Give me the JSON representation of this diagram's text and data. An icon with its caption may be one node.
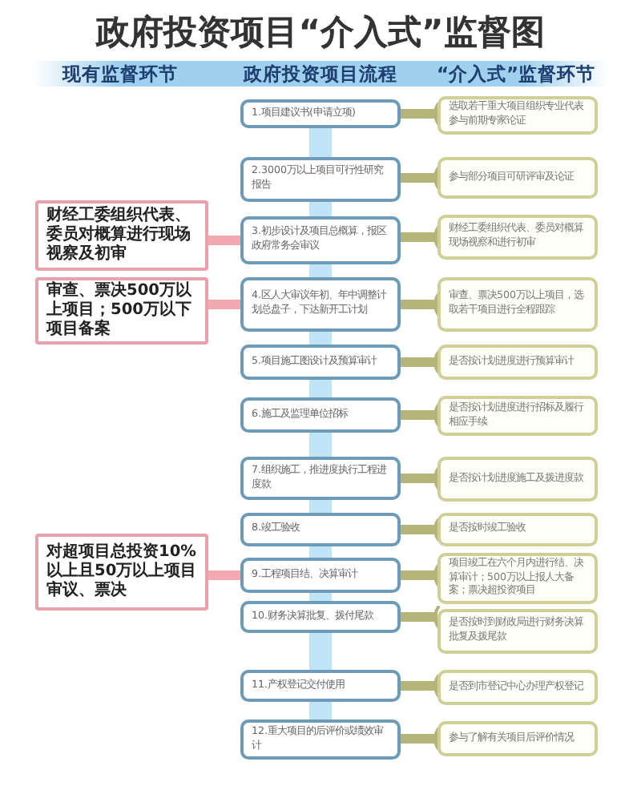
{
  "diagram": {
    "title": "政府投资项目“介入式”监督图",
    "labels": [
      "现有监督环节",
      "政府投资项目流程",
      "“介入式”监督环节"
    ],
    "nodes": [
      {
        "text": [
          "1.项目建议书(申请立项)"
        ]
      },
      {
        "text": [
          "2.3000万以上项目可行性研究报告"
        ]
      },
      {
        "text": [
          "3.初步设计及项目总概算，报区政府常务会审议"
        ]
      },
      {
        "text": [
          "4.区人大审议年初、年中调整计划总盘子，下达新开工计划"
        ]
      },
      {
        "text": [
          "5.项目施工图设计及预算审计"
        ]
      },
      {
        "text": [
          "6.施工及监理单位招标"
        ]
      },
      {
        "text": [
          "7.组织施工，推进度执行工程进度款"
        ]
      },
      {
        "text": [
          "8.竣工验收"
        ]
      },
      {
        "text": [
          "9.工程项目结、决算审计"
        ]
      },
      {
        "text": [
          "10.财务决算批复、拨付尾款"
        ]
      },
      {
        "text": [
          "11.产权登记交付使用"
        ]
      },
      {
        "text": [
          "12.重大项目的后评价或绩效审计"
        ]
      },
      {
        "text": [
          "选取若干重大项目组织专业代表参与前期专家论证"
        ]
      },
      {
        "text": [
          "参与部分项目可研评审及论证"
        ]
      },
      {
        "text": [
          "财经工委组织代表、委员对概算现场视察和进行初审"
        ]
      },
      {
        "text": [
          "审查、票决500万以上项目，选取若干项目进行全程跟踪"
        ]
      },
      {
        "text": [
          "是否按计划进度进行预算审计"
        ]
      },
      {
        "text": [
          "是否按计划进度进行招标及履行相应手续"
        ]
      },
      {
        "text": [
          "是否按计划进度施工及拨进度款"
        ]
      },
      {
        "text": [
          "是否按时竣工验收"
        ]
      },
      {
        "text": [
          "项目竣工在六个月内进行结、决算审计；500万以上报人大备案；票决超投资项目"
        ]
      },
      {
        "text": [
          "是否按时到财政局进行财务决算批复及拨尾款"
        ]
      },
      {
        "text": [
          "是否到市登记中心办理产权登记"
        ]
      },
      {
        "text": [
          "参与了解有关项目后评价情况"
        ]
      },
      {
        "text": [
          "财经工委组织代表、委员对概算进行现场视察及初审"
        ]
      },
      {
        "text": [
          "审查、票决500万以上项目；500万以下项目备案"
        ]
      },
      {
        "text": [
          "对超项目总投资10%以上且50万以上项目审议、票决"
        ]
      }
    ],
    "edges": [
      {
        "from": 0,
        "to": 1,
        "arrow": "none",
        "style": "thick",
        "color": "#bfe4f6"
      },
      {
        "from": 1,
        "to": 2,
        "arrow": "none",
        "style": "thick",
        "color": "#bfe4f6"
      },
      {
        "from": 2,
        "to": 3,
        "arrow": "none",
        "style": "thick",
        "color": "#bfe4f6"
      },
      {
        "from": 3,
        "to": 4,
        "arrow": "none",
        "style": "thick",
        "color": "#bfe4f6"
      },
      {
        "from": 4,
        "to": 5,
        "arrow": "none",
        "style": "thick",
        "color": "#bfe4f6"
      },
      {
        "from": 5,
        "to": 6,
        "arrow": "none",
        "style": "thick",
        "color": "#bfe4f6"
      },
      {
        "from": 6,
        "to": 7,
        "arrow": "none",
        "style": "thick",
        "color": "#bfe4f6"
      },
      {
        "from": 7,
        "to": 8,
        "arrow": "none",
        "style": "thick",
        "color": "#bfe4f6"
      },
      {
        "from": 8,
        "to": 9,
        "arrow": "none",
        "style": "thick",
        "color": "#bfe4f6"
      },
      {
        "from": 9,
        "to": 10,
        "arrow": "none",
        "style": "thick",
        "color": "#bfe4f6"
      },
      {
        "from": 10,
        "to": 11,
        "arrow": "none",
        "style": "thick",
        "color": "#bfe4f6"
      },
      {
        "from": 0,
        "to": 12,
        "arrow": "other",
        "color": "#b5b57a"
      },
      {
        "from": 1,
        "to": 13,
        "arrow": "other",
        "color": "#b5b57a"
      },
      {
        "from": 2,
        "to": 14,
        "arrow": "other",
        "color": "#b5b57a"
      },
      {
        "from": 3,
        "to": 15,
        "arrow": "other",
        "color": "#b5b57a"
      },
      {
        "from": 4,
        "to": 16,
        "arrow": "other",
        "color": "#b5b57a"
      },
      {
        "from": 5,
        "to": 17,
        "arrow": "other",
        "color": "#b5b57a"
      },
      {
        "from": 6,
        "to": 18,
        "arrow": "other",
        "color": "#b5b57a"
      },
      {
        "from": 7,
        "to": 19,
        "arrow": "other",
        "color": "#b5b57a"
      },
      {
        "from": 8,
        "to": 20,
        "arrow": "other",
        "color": "#b5b57a"
      },
      {
        "from": 9,
        "to": 21,
        "arrow": "other",
        "color": "#b5b57a"
      },
      {
        "from": 10,
        "to": 22,
        "arrow": "other",
        "color": "#b5b57a"
      },
      {
        "from": 11,
        "to": 23,
        "arrow": "other",
        "color": "#b5b57a"
      },
      {
        "from": 24,
        "to": 2,
        "arrow": "none",
        "color": "#f2a9b2"
      },
      {
        "from": 25,
        "to": 3,
        "arrow": "none",
        "color": "#f2a9b2"
      },
      {
        "from": 26,
        "to": 8,
        "arrow": "none",
        "color": "#f2a9b2"
      }
    ]
  }
}
